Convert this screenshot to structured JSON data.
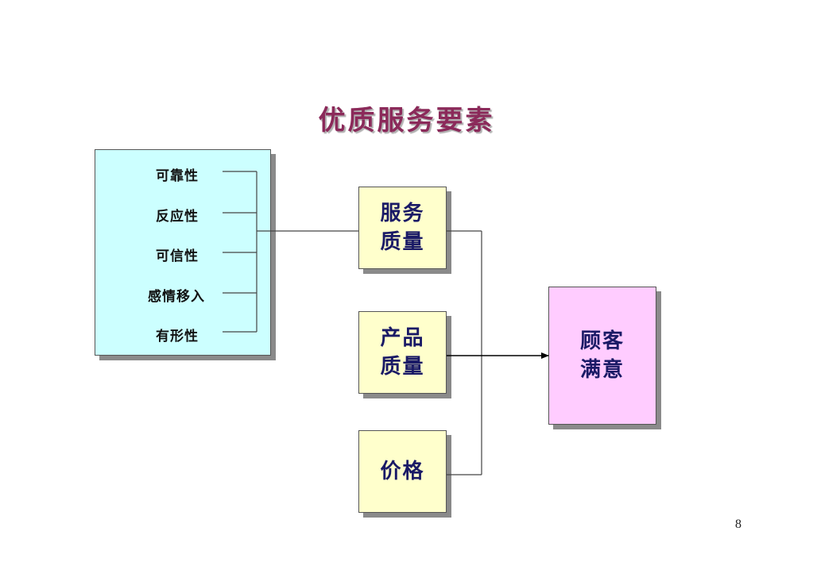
{
  "title": "优质服务要素",
  "dimensions": [
    "可靠性",
    "反应性",
    "可信性",
    "感情移入",
    "有形性"
  ],
  "boxes": {
    "service_quality": "服务\n质量",
    "product_quality": "产品\n质量",
    "price": "价格",
    "satisfaction": "顾客\n满意"
  },
  "page_number": "8",
  "colors": {
    "title": "#8b2a5a",
    "left_box": "#ccffff",
    "factor_boxes": "#ffffcc",
    "result_box": "#ffccff"
  }
}
